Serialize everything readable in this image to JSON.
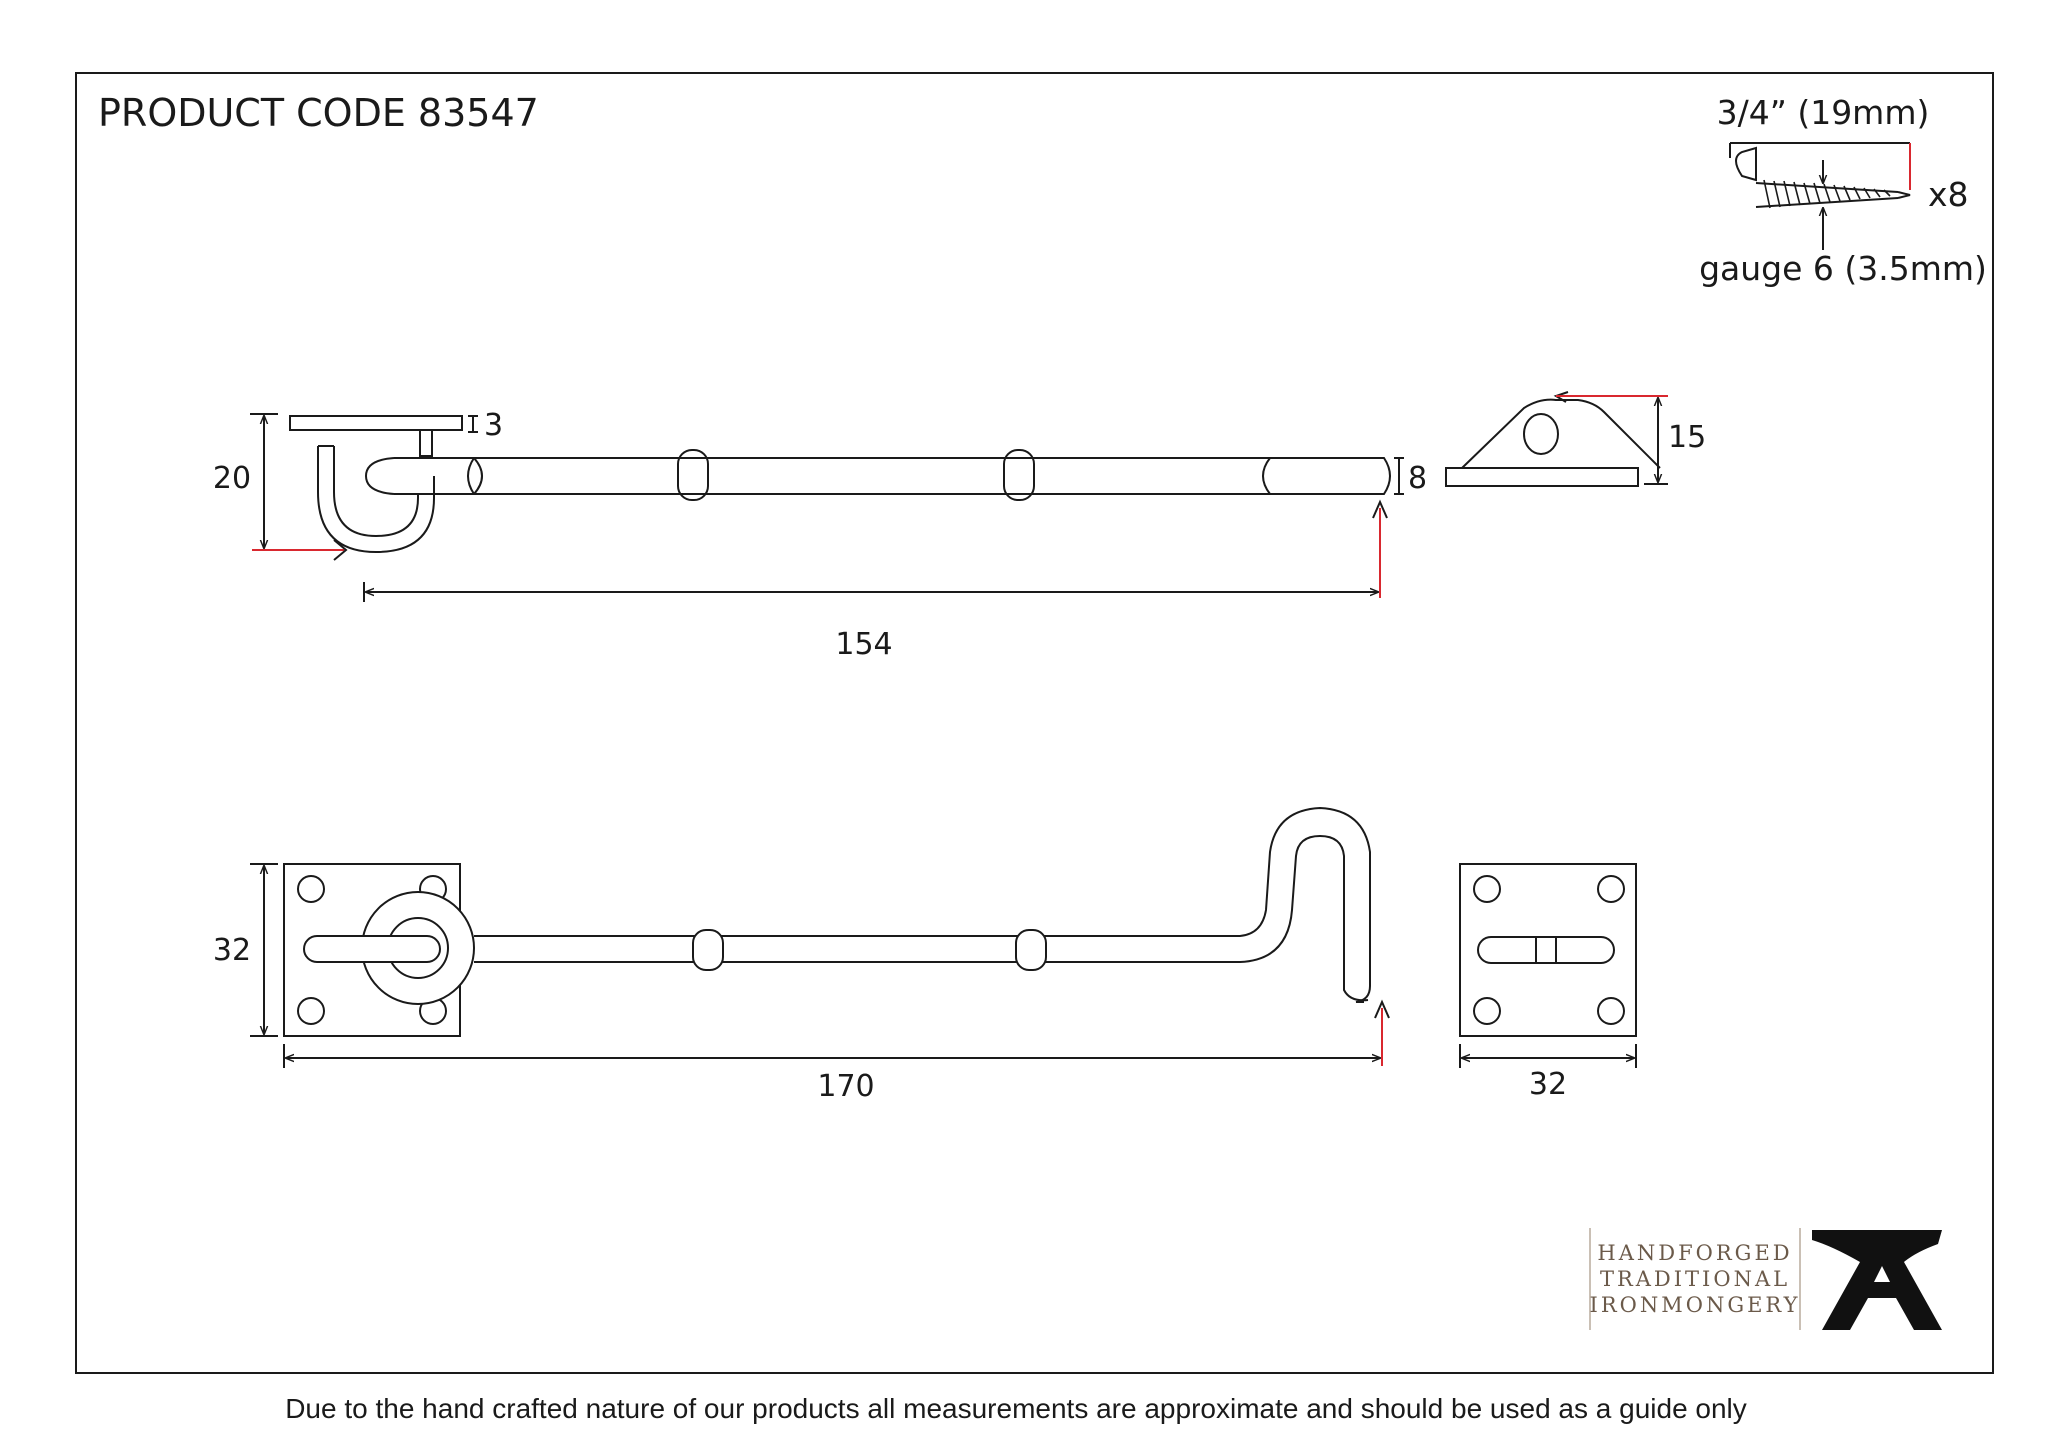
{
  "header": {
    "product_code_label": "PRODUCT CODE 83547"
  },
  "screw": {
    "length_label": "3/4” (19mm)",
    "quantity_label": "x8",
    "gauge_label": "gauge 6 (3.5mm)"
  },
  "side_view": {
    "height_label": "20",
    "plate_thickness_label": "3",
    "rod_diameter_label": "8",
    "length_label": "154",
    "eye_height_label": "15"
  },
  "top_view": {
    "plate_width_label": "32",
    "length_label": "170",
    "eye_plate_width_label": "32"
  },
  "logo": {
    "line1": "HANDFORGED",
    "line2": "TRADITIONAL",
    "line3": "IRONMONGERY"
  },
  "footer": {
    "disclaimer": "Due to the hand crafted nature of our products all measurements are approximate and should be used as a guide only"
  },
  "colors": {
    "line": "#1a1a1a",
    "dimension_accent": "#d9282f",
    "logo_text": "#6b5a4a",
    "logo_mark": "#111111"
  }
}
